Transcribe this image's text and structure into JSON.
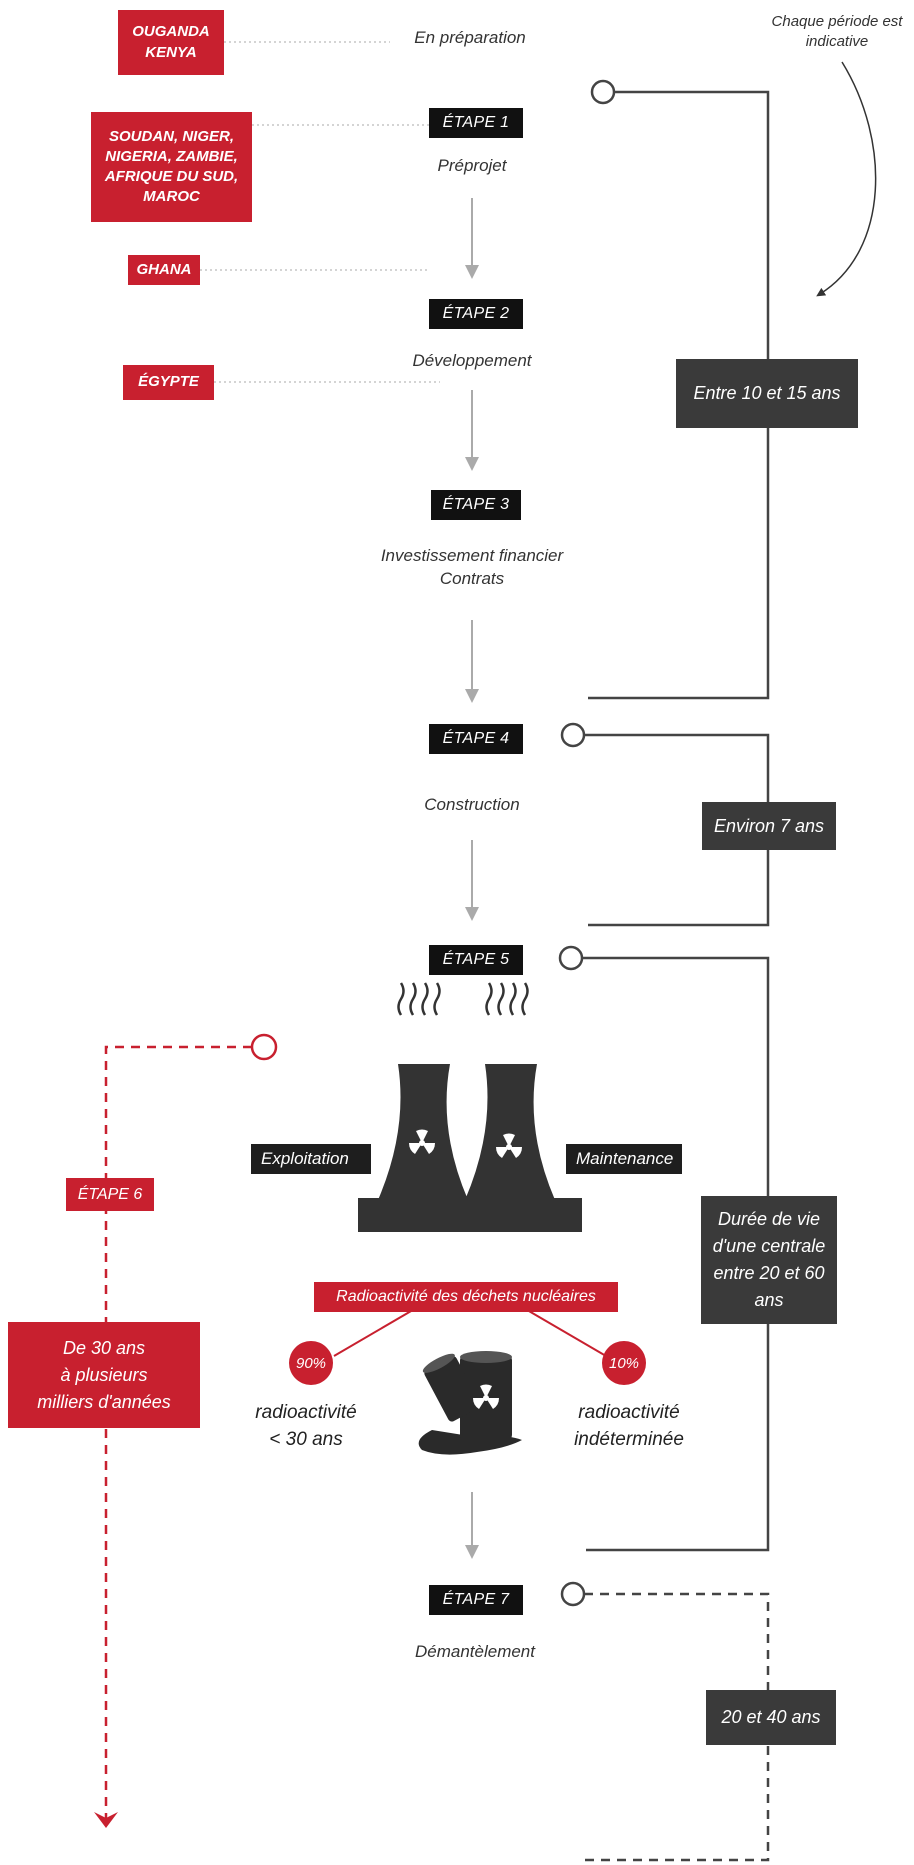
{
  "countries": {
    "uganda_kenya": "OUGANDA\nKENYA",
    "stage1_group": "SOUDAN, NIGER,\nNIGERIA, ZAMBIE,\nAFRIQUE DU SUD,\nMAROC",
    "ghana": "GHANA",
    "egypte": "ÉGYPTE"
  },
  "preparation_label": "En préparation",
  "note": "Chaque période est\nindicative",
  "steps": [
    {
      "label": "ÉTAPE 1",
      "desc": "Préprojet"
    },
    {
      "label": "ÉTAPE 2",
      "desc": "Développement"
    },
    {
      "label": "ÉTAPE 3",
      "desc": "Investissement financier\nContrats"
    },
    {
      "label": "ÉTAPE 4",
      "desc": "Construction"
    },
    {
      "label": "ÉTAPE 5",
      "desc": ""
    },
    {
      "label": "ÉTAPE 6",
      "desc": ""
    },
    {
      "label": "ÉTAPE 7",
      "desc": "Démantèlement"
    }
  ],
  "durations": {
    "d1": "Entre 10 et 15 ans",
    "d2": "Environ 7 ans",
    "d3": "Durée de vie\nd'une centrale\nentre 20 et 60\nans",
    "d4": "20 et 40 ans",
    "d5": "De 30 ans\nà plusieurs\nmilliers d'années"
  },
  "plant": {
    "exploitation": "Exploitation",
    "maintenance": "Maintenance"
  },
  "waste": {
    "title": "Radioactivité des déchets nucléaires",
    "left_pct": "90%",
    "right_pct": "10%",
    "left_text": "radioactivité\n< 30 ans",
    "right_text": "radioactivité\nindéterminée"
  },
  "colors": {
    "red": "#c8202f",
    "dark": "#3a3a3a",
    "black": "#111111",
    "line": "#444444",
    "arrow": "#aaaaaa"
  }
}
